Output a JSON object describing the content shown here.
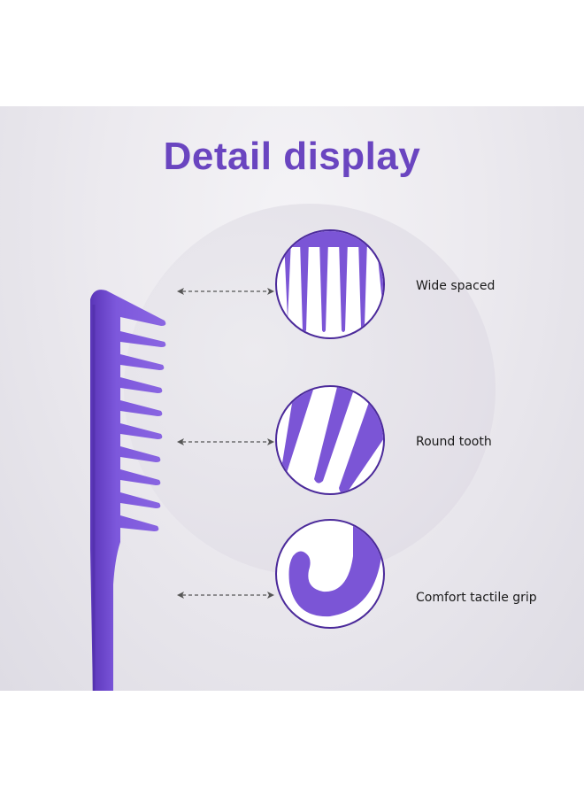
{
  "title": "Detail display",
  "colors": {
    "accent_purple": "#6a45c0",
    "comb_purple": "#7b55d6",
    "circle_border": "#4b2a9a",
    "panel_background": "#e7e5eb",
    "label_text": "#1a1a1a"
  },
  "product_image": "purple-wide-tooth-comb-with-hook",
  "details": [
    {
      "label": "Wide spaced",
      "image": "wide-spaced-teeth-closeup"
    },
    {
      "label": "Round tooth",
      "image": "round-tooth-closeup"
    },
    {
      "label": "Comfort tactile grip",
      "image": "hook-grip-closeup"
    }
  ]
}
